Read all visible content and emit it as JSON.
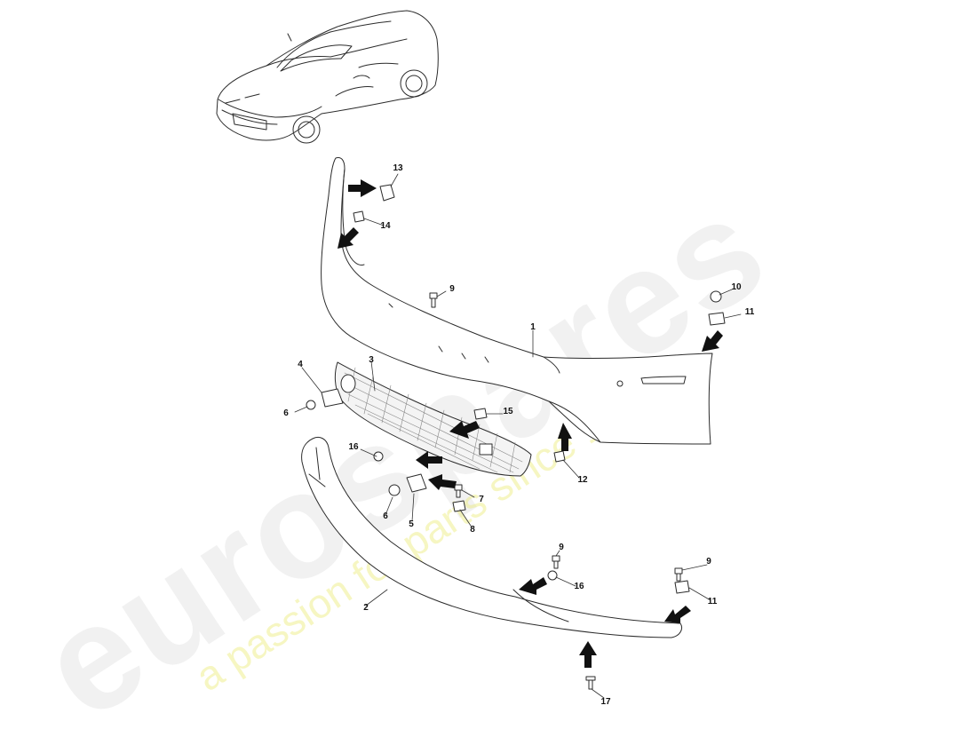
{
  "watermark": {
    "brand": "eurospares",
    "tagline": "a passion for parts since 1985"
  },
  "callouts": {
    "c1": "1",
    "c2": "2",
    "c3": "3",
    "c4": "4",
    "c5": "5",
    "c6a": "6",
    "c6b": "6",
    "c7": "7",
    "c8": "8",
    "c9a": "9",
    "c9b": "9",
    "c9c": "9",
    "c10": "10",
    "c11a": "11",
    "c11b": "11",
    "c12": "12",
    "c13": "13",
    "c14": "14",
    "c15": "15",
    "c16a": "16",
    "c16b": "16",
    "c17": "17"
  },
  "icons": {
    "vehicle": "sports-car-illustration",
    "arrow": "thick-pointer-arrow"
  },
  "colors": {
    "line": "#2b2b2b",
    "arrow": "#111111",
    "watermark_brand": "#c8c8c8",
    "watermark_tagline": "#ebeb78"
  }
}
